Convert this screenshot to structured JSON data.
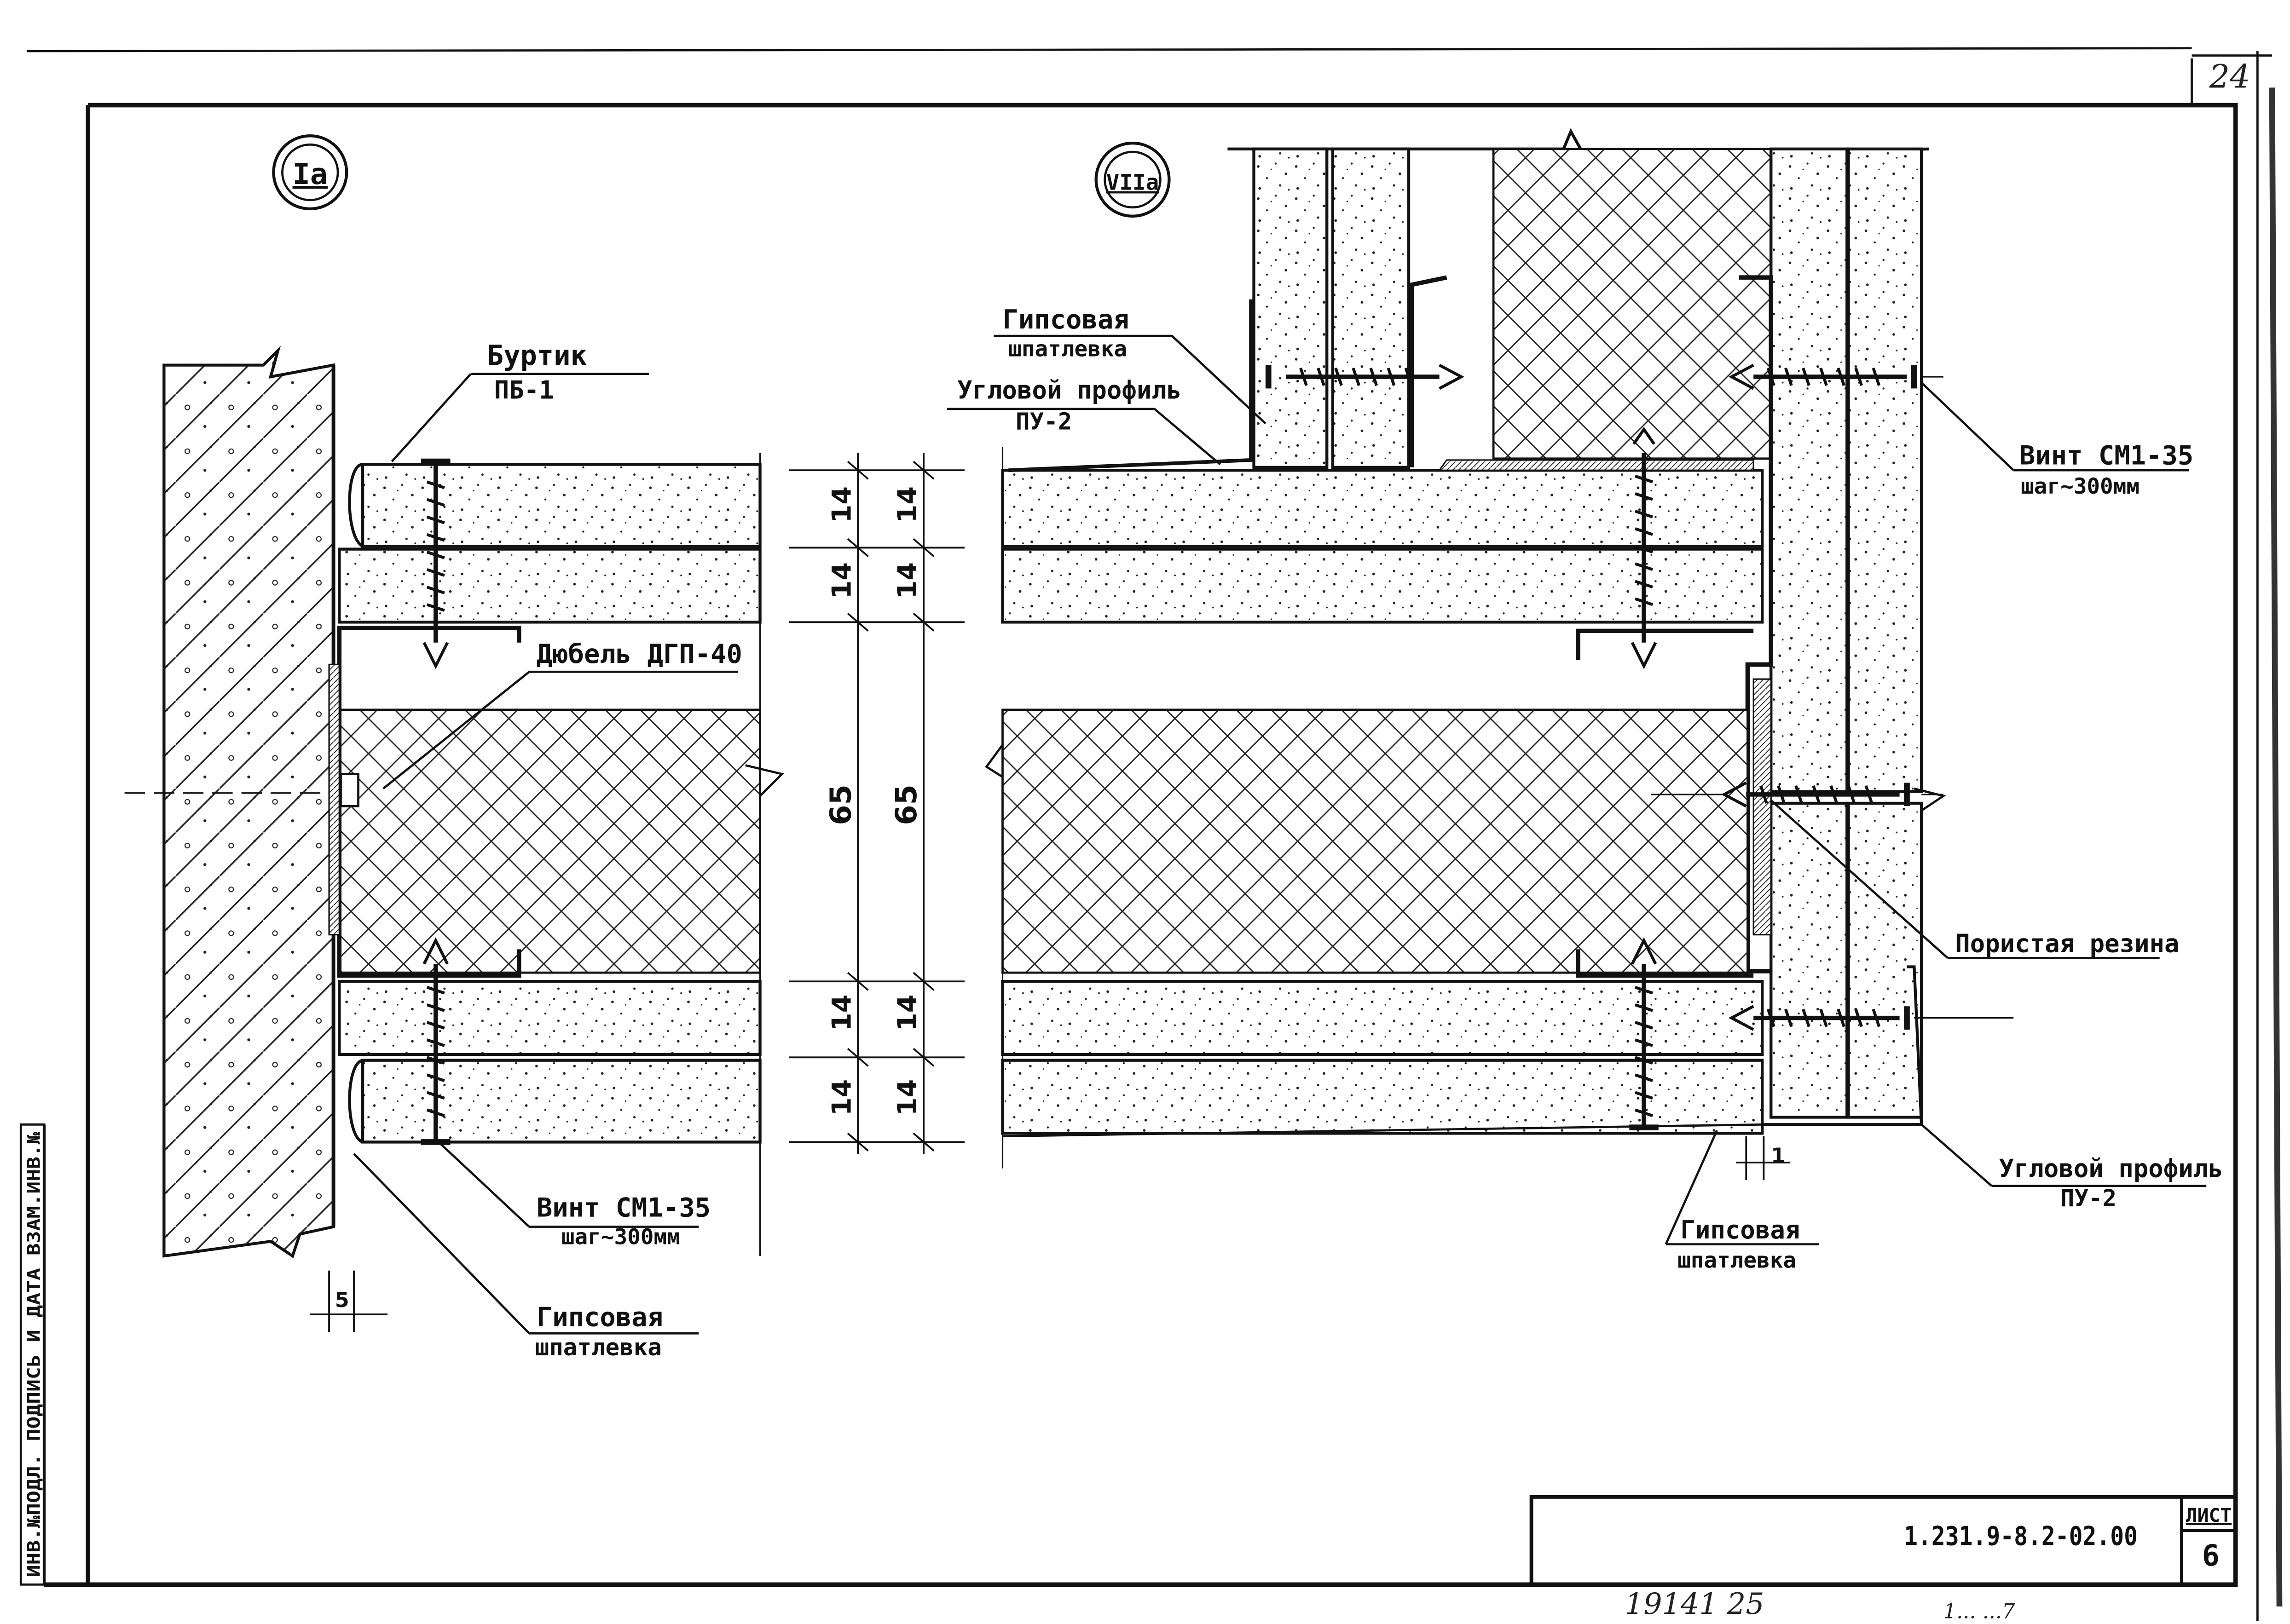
{
  "sheet": {
    "page_number": "24",
    "sheet_label": "ЛИСТ",
    "sheet_no": "6",
    "document_code": "1.231.9-8.2-02.00",
    "side_stamp": "ИНВ.№ПОДЛ.  ПОДПИСЬ И ДАТА  ВЗАМ.ИНВ.№",
    "bottom_note": "19141   25",
    "bottom_note_right": "1...  ...7"
  },
  "detail_left": {
    "marker": "Iа",
    "labels": {
      "burtik_title": "Буртик",
      "burtik_code": "ПБ-1",
      "dowel": "Дюбель ДГП-40",
      "screw_title": "Винт СМ1-35",
      "screw_pitch": "шаг~300мм",
      "putty_title": "Гипсовая",
      "putty_sub": "шпатлевка"
    },
    "dimensions": {
      "d1a": "14",
      "d2a": "14",
      "d3a": "65",
      "d4a": "14",
      "d5a": "14",
      "d1b": "14",
      "d2b": "14",
      "d3b": "65",
      "d4b": "14",
      "d5b": "14",
      "gap": "5"
    }
  },
  "detail_right": {
    "marker": "VIIа",
    "labels": {
      "putty_top_title": "Гипсовая",
      "putty_top_sub": "шпатлевка",
      "corner_top_title": "Угловой профиль",
      "corner_top_code": "ПУ-2",
      "screw_title": "Винт СМ1-35",
      "screw_pitch": "шаг~300мм",
      "rubber": "Пористая резина",
      "corner_bot_title": "Угловой профиль",
      "corner_bot_code": "ПУ-2",
      "putty_bot_title": "Гипсовая",
      "putty_bot_sub": "шпатлевка",
      "gap": "1"
    }
  },
  "icons": {
    "concrete": "speckle-pattern",
    "insulation": "crosshatch-pattern",
    "masonry": "diagonal-hatch-pattern",
    "screw": "screw-icon",
    "marker": "double-circle-marker"
  }
}
